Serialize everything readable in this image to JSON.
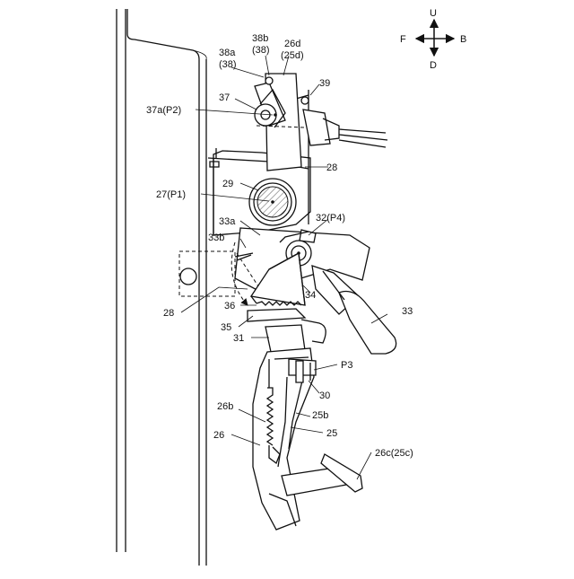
{
  "compass": {
    "up": "U",
    "down": "D",
    "front": "F",
    "back": "B"
  },
  "labels": {
    "l38a": "38a",
    "l38a_sub": "(38)",
    "l38b": "38b",
    "l38b_sub": "(38)",
    "l26d": "26d",
    "l26d_sub": "(25d)",
    "l37": "37",
    "l39": "39",
    "l37a": "37a(P2)",
    "l28_top": "28",
    "l29": "29",
    "l27": "27(P1)",
    "l33a": "33a",
    "l32": "32(P4)",
    "l33b": "33b",
    "l28_left": "28",
    "l36": "36",
    "l34": "34",
    "l33": "33",
    "l35": "35",
    "l31": "31",
    "lP3": "P3",
    "l30": "30",
    "l26b": "26b",
    "l25b": "25b",
    "l26": "26",
    "l25": "25",
    "l26c": "26c(25c)"
  }
}
